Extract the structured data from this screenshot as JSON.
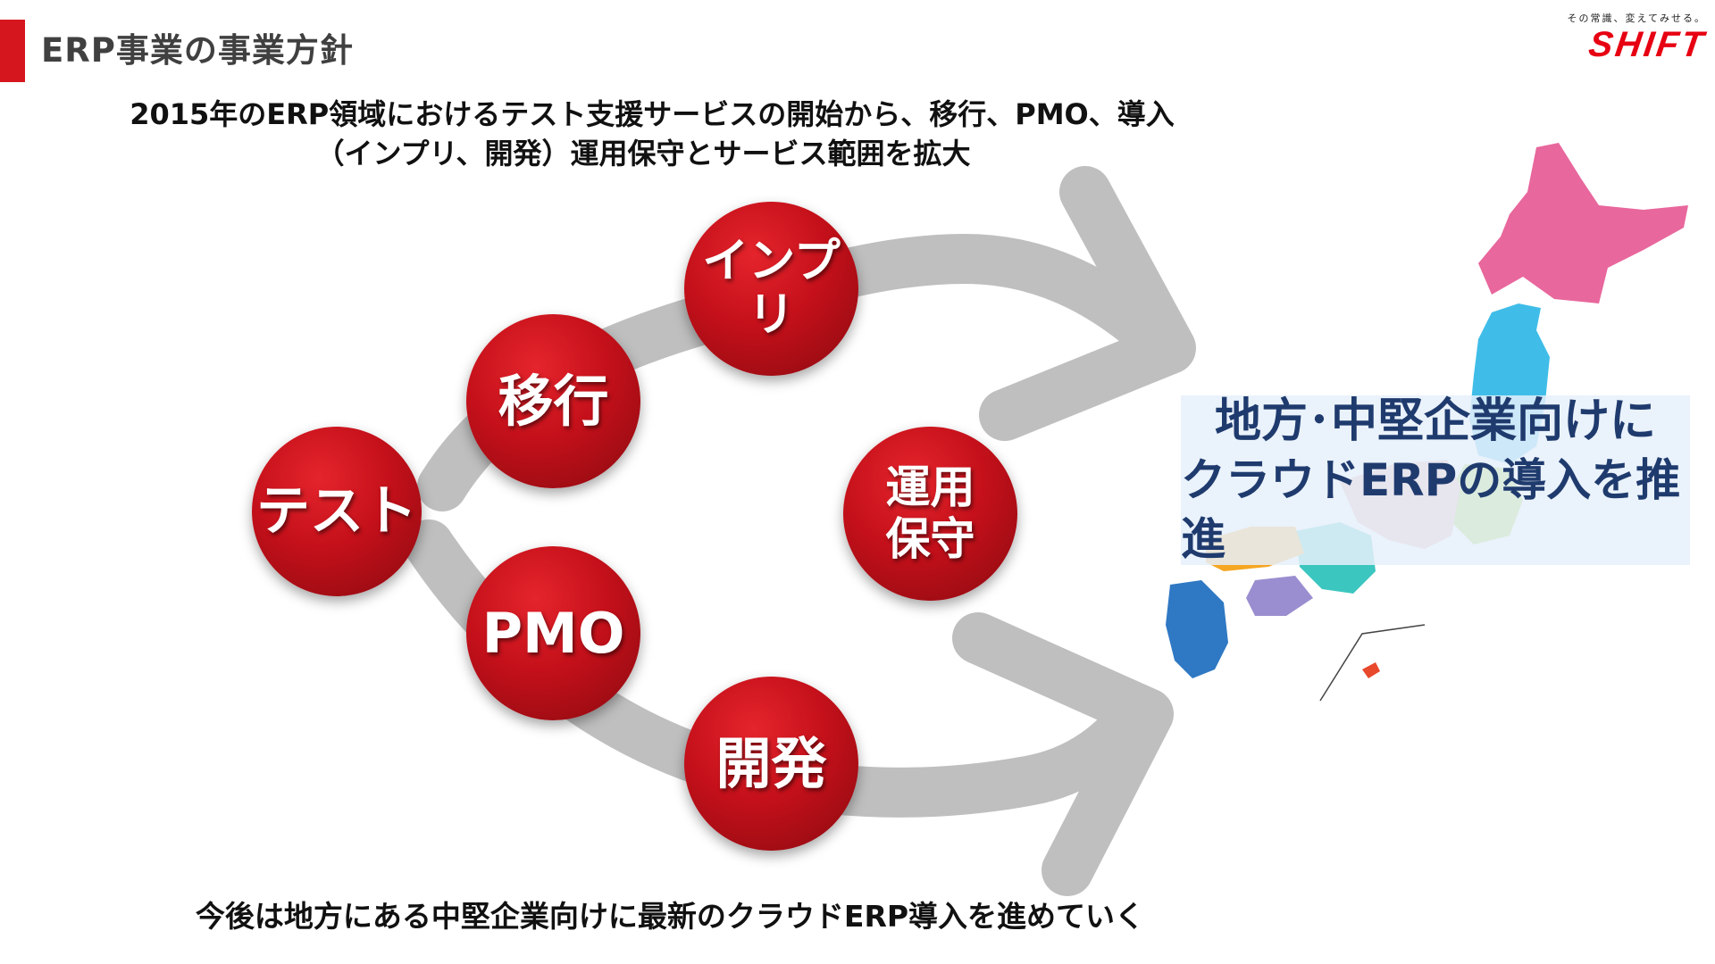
{
  "header": {
    "title": "ERP事業の事業方針"
  },
  "logo": {
    "tagline": "その常識、変えてみせる。",
    "wordmark": "SHIFT"
  },
  "lead": {
    "line1": "2015年のERP領域におけるテスト支援サービスの開始から、移行、PMO、導入",
    "line2": "（インプリ、開発）運用保守とサービス範囲を拡大"
  },
  "bubbles": {
    "test": "テスト",
    "migration": "移行",
    "impl": "インプリ",
    "pmo": "PMO",
    "dev": "開発",
    "ops_line1": "運用",
    "ops_line2": "保守"
  },
  "map_label": {
    "line1": "地方･中堅企業向けに",
    "line2": "クラウドERPの導入を推進"
  },
  "footer": {
    "text": "今後は地方にある中堅企業向けに最新のクラウドERP導入を進めていく"
  },
  "colors": {
    "accent": "#d6161e",
    "bubble": "#c4101a",
    "arrow": "#bfbfbf",
    "map_label_text": "#1f3b6e"
  }
}
